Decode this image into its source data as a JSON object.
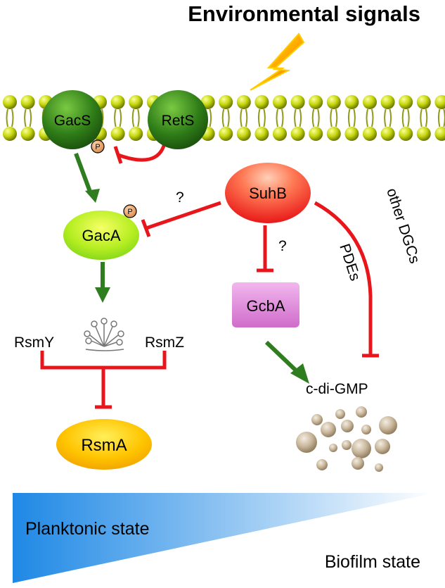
{
  "title": "Environmental signals",
  "nodes": {
    "gacs": "GacS",
    "rets": "RetS",
    "suhb": "SuhB",
    "gaca": "GacA",
    "gcba": "GcbA",
    "rsma": "RsmA",
    "rsmy": "RsmY",
    "rsmz": "RsmZ",
    "cdigmp": "c-di-GMP"
  },
  "phospho_label": "P",
  "edge_labels": {
    "q_gaca": "?",
    "q_gcba": "?",
    "pdes": "PDEs",
    "other_dgcs": "other DGCs"
  },
  "states": {
    "planktonic": "Planktonic state",
    "biofilm": "Biofilm state"
  },
  "colors": {
    "activation": "#2e7d1e",
    "inhibition": "#e8151b",
    "gradient_start": "#1e88e5",
    "gradient_end": "#ffffff"
  }
}
